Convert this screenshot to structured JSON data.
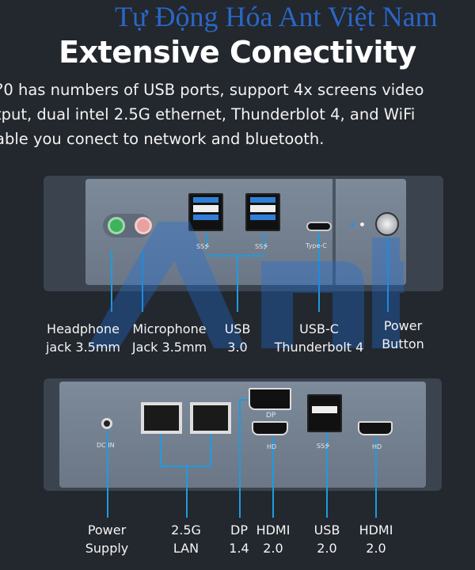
{
  "watermark": "Tự Động Hóa Ant Việt Nam",
  "title": "Extensive Conectivity",
  "description": [
    "?0 has numbers of USB ports, support 4x screens video",
    "tput, dual intel 2.5G ethernet, Thunderblot 4, and WiFi",
    "able you conect to network and bluetooth."
  ],
  "front_panel": {
    "port_marks": {
      "usb1": "SS⭍",
      "usb2": "SS⭍",
      "typec": "Type-C"
    },
    "labels": [
      {
        "l1": "Headphone",
        "l2": "jack 3.5mm"
      },
      {
        "l1": "Microphone",
        "l2": "Jack 3.5mm"
      },
      {
        "l1": "USB",
        "l2": "3.0"
      },
      {
        "l1": "USB-C",
        "l2": "Thunderbolt 4"
      },
      {
        "l1": "Power",
        "l2": "Button"
      }
    ]
  },
  "rear_panel": {
    "port_marks": {
      "dc": "DC IN",
      "dp": "DP",
      "hd1": "HD",
      "usb": "SS⭍",
      "hd2": "HD"
    },
    "labels": [
      {
        "l1": "Power",
        "l2": "Supply"
      },
      {
        "l1": "2.5G",
        "l2": "LAN"
      },
      {
        "l1": "DP",
        "l2": "1.4"
      },
      {
        "l1": "HDMI",
        "l2": "2.0"
      },
      {
        "l1": "USB",
        "l2": "2.0"
      },
      {
        "l1": "HDMI",
        "l2": "2.0"
      }
    ]
  },
  "colors": {
    "accent": "#1e9be0",
    "background": "#23272e"
  }
}
